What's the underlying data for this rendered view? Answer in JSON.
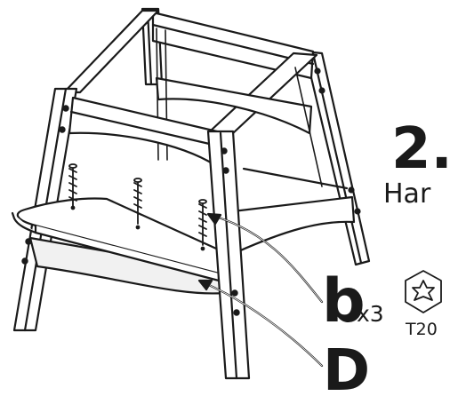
{
  "step": {
    "number": "2.",
    "instruction_fragment": "Har"
  },
  "callouts": {
    "screw": {
      "letter": "b",
      "quantity": "x3"
    },
    "seat": {
      "letter": "D"
    }
  },
  "tool": {
    "label": "T20",
    "icon": "torx-bit-icon"
  },
  "colors": {
    "line": "#1a1a1a",
    "part_fill": "#ffffff",
    "shade": "#f1f1f1",
    "background": "#ffffff"
  }
}
